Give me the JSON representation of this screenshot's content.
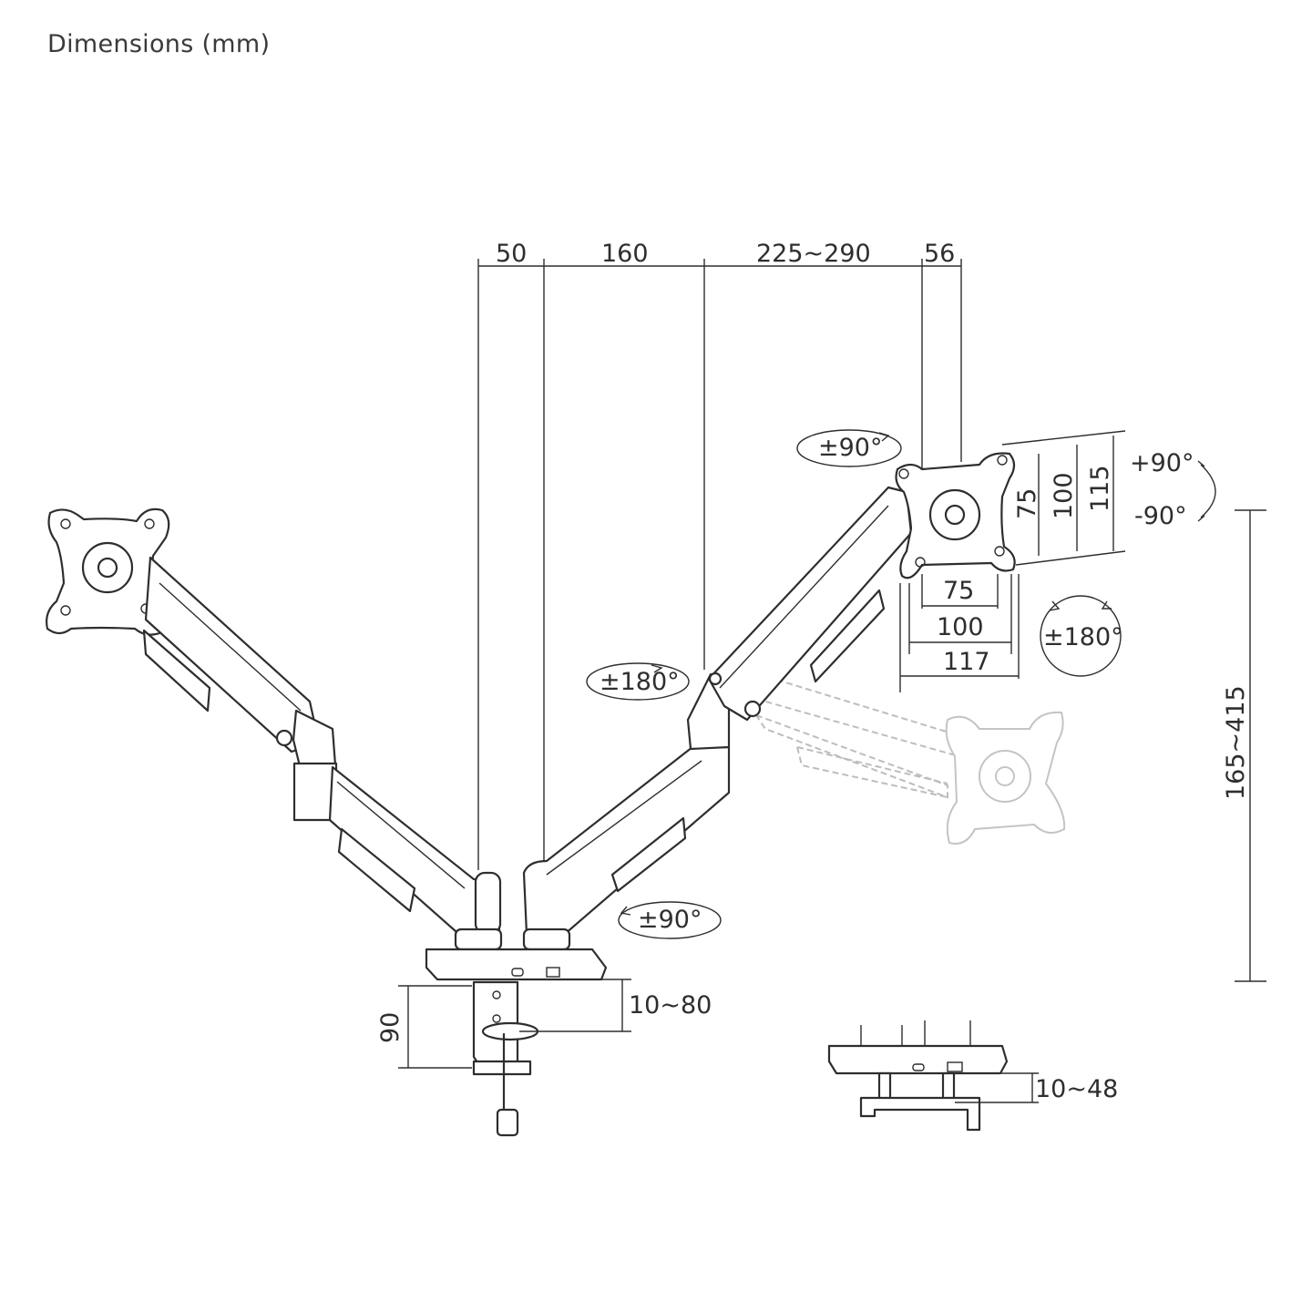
{
  "title": "Dimensions (mm)",
  "dimensions": {
    "top_a": "50",
    "top_b": "160",
    "top_c": "225~290",
    "top_d": "56",
    "vesa_v1": "75",
    "vesa_v2": "100",
    "vesa_v3": "115",
    "vesa_h1": "75",
    "vesa_h2": "100",
    "vesa_h3": "117",
    "height_range": "165~415",
    "clamp_height": "90",
    "desk_clamp": "10~80",
    "grommet_clamp": "10~48"
  },
  "rotations": {
    "tilt_top": "±90°",
    "tilt_up": "+90°",
    "tilt_down": "-90°",
    "rotate_plate": "±180°",
    "elbow_swivel": "±180°",
    "base_swivel": "±90°"
  }
}
